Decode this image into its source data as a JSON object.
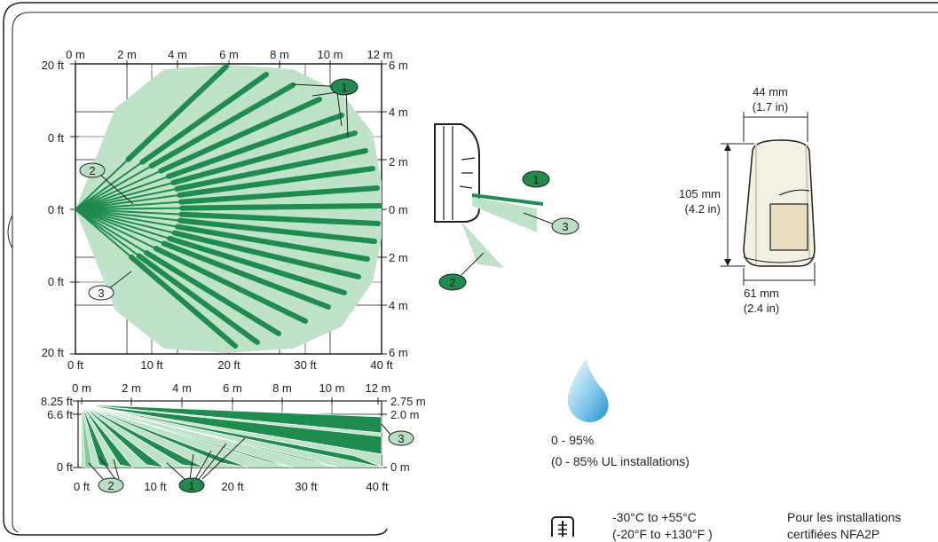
{
  "top_view": {
    "x_m_ticks": [
      "0 m",
      "2 m",
      "4 m",
      "6 m",
      "8 m",
      "10 m",
      "12 m"
    ],
    "x_ft_ticks": [
      "0 ft",
      "10 ft",
      "20 ft",
      "30 ft",
      "40 ft"
    ],
    "right_m_ticks": [
      "6 m",
      "4 m",
      "2 m",
      "0 m",
      "2 m",
      "4 m",
      "6 m"
    ],
    "left_ft_ticks": [
      "20 ft",
      "0 ft",
      "0 ft",
      "0 ft",
      "20 ft"
    ],
    "callouts": [
      "1",
      "2",
      "3"
    ]
  },
  "side_view": {
    "x_m_ticks": [
      "0 m",
      "2 m",
      "4 m",
      "6 m",
      "8 m",
      "10 m",
      "12 m"
    ],
    "x_ft_ticks": [
      "0 ft",
      "10 ft",
      "20 ft",
      "30 ft",
      "40 ft"
    ],
    "left_ft_ticks": [
      "8.25 ft",
      "6.6 ft",
      "0 ft"
    ],
    "right_m_ticks": [
      "2.75 m",
      "2.0 m",
      "0 m"
    ],
    "callouts": [
      "2",
      "1",
      "3"
    ]
  },
  "profile_callouts": [
    "1",
    "3",
    "2"
  ],
  "dimensions": {
    "width_top": "44 mm",
    "width_top_in": "(1.7 in)",
    "height": "105 mm",
    "height_in": "(4.2 in)",
    "width_bottom": "61 mm",
    "width_bottom_in": "(2.4 in)"
  },
  "humidity": {
    "range": "0 - 95%",
    "ul_note": "(0 - 85% UL installations)"
  },
  "temperature": {
    "celsius": "-30°C to +55°C",
    "fahrenheit": "(-20°F to +130°F )"
  },
  "french_note": {
    "line1": "Pour les installations",
    "line2": "certifiées NFA2P"
  },
  "colors": {
    "beam": "#1e8b4f",
    "zone": "#bfe3c9",
    "callout_fill": "#1e8b4f",
    "callout_light": "#b9dfc3",
    "grid": "#231f20"
  }
}
